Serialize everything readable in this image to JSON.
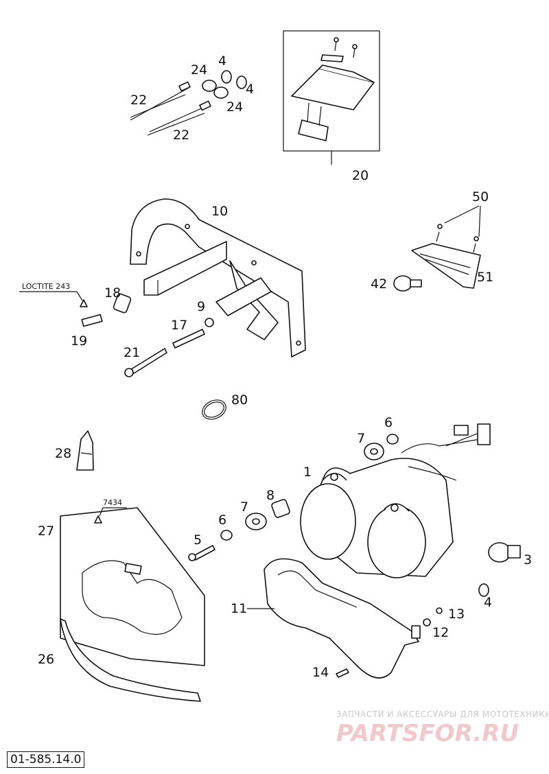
{
  "diagram": {
    "reference_code": "01-585.14.0",
    "callouts": {
      "c1": "1",
      "c3": "3",
      "c4a": "4",
      "c4b": "4",
      "c4c": "4",
      "c5": "5",
      "c6a": "6",
      "c6b": "6",
      "c7a": "7",
      "c7b": "7",
      "c8": "8",
      "c9": "9",
      "c10": "10",
      "c11": "11",
      "c12": "12",
      "c13": "13",
      "c14": "14",
      "c17": "17",
      "c18": "18",
      "c19": "19",
      "c20": "20",
      "c21": "21",
      "c22a": "22",
      "c22b": "22",
      "c24a": "24",
      "c24b": "24",
      "c26": "26",
      "c27": "27",
      "c28": "28",
      "c42": "42",
      "c50": "50",
      "c51": "51",
      "c80": "80"
    },
    "notes": {
      "loctite": "LOCTITE 243",
      "code_7434": "7434"
    }
  },
  "watermark": {
    "tagline": "ЗАПЧАСТИ И АКСЕССУАРЫ ДЛЯ МОТОТЕХНИКИ",
    "brand": "PARTSFOR.RU",
    "brand_color": "#e8a0a8"
  }
}
